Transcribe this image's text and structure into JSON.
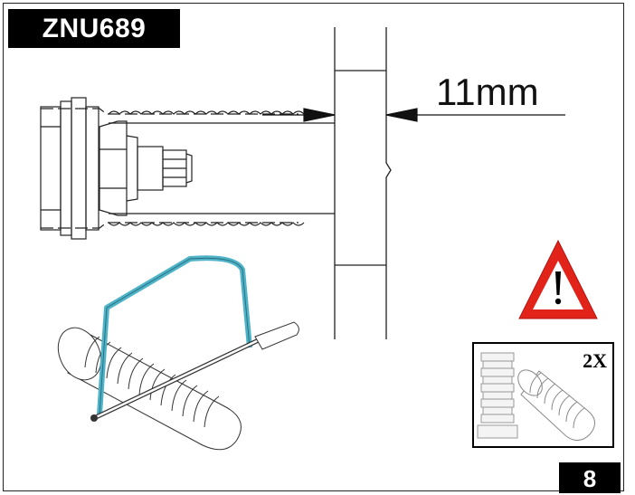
{
  "title": "ZNU689",
  "page_number": "8",
  "measurement": "11mm",
  "quantity": "2X",
  "colors": {
    "warning_red": "#e2231a",
    "saw_frame": "#4fb3c8",
    "title_bg": "#000000"
  },
  "icons": [
    "warning-triangle-icon",
    "hacksaw-icon",
    "threaded-tube-icon"
  ]
}
